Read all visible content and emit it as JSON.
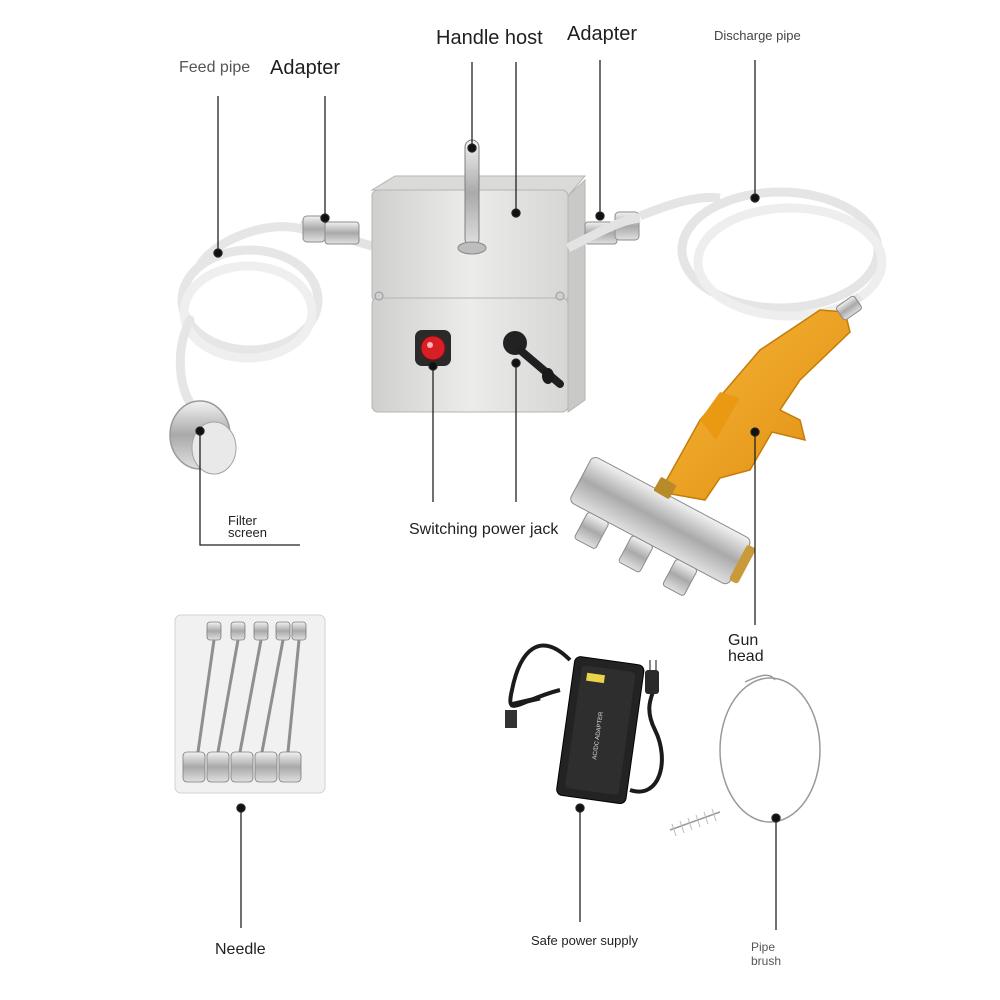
{
  "labels": {
    "feed_pipe": "Feed pipe",
    "adapter_left": "Adapter",
    "handle_host": "Handle host",
    "adapter_right": "Adapter",
    "discharge_pipe": "Discharge pipe",
    "filter_screen_line1": "Filter",
    "filter_screen_line2": "screen",
    "switching_power_jack": "Switching power jack",
    "gun_head_line1": "Gun",
    "gun_head_line2": "head",
    "needle": "Needle",
    "safe_power_supply": "Safe power supply",
    "pipe_brush_line1": "Pipe",
    "pipe_brush_line2": "brush"
  },
  "adapter_text": "AC/DC ADAPTER",
  "colors": {
    "box": "#e4e4e2",
    "gun": "#f3a21b",
    "metal": "#c9c9c9",
    "leader": "#222222",
    "switch": "#d91f26"
  }
}
